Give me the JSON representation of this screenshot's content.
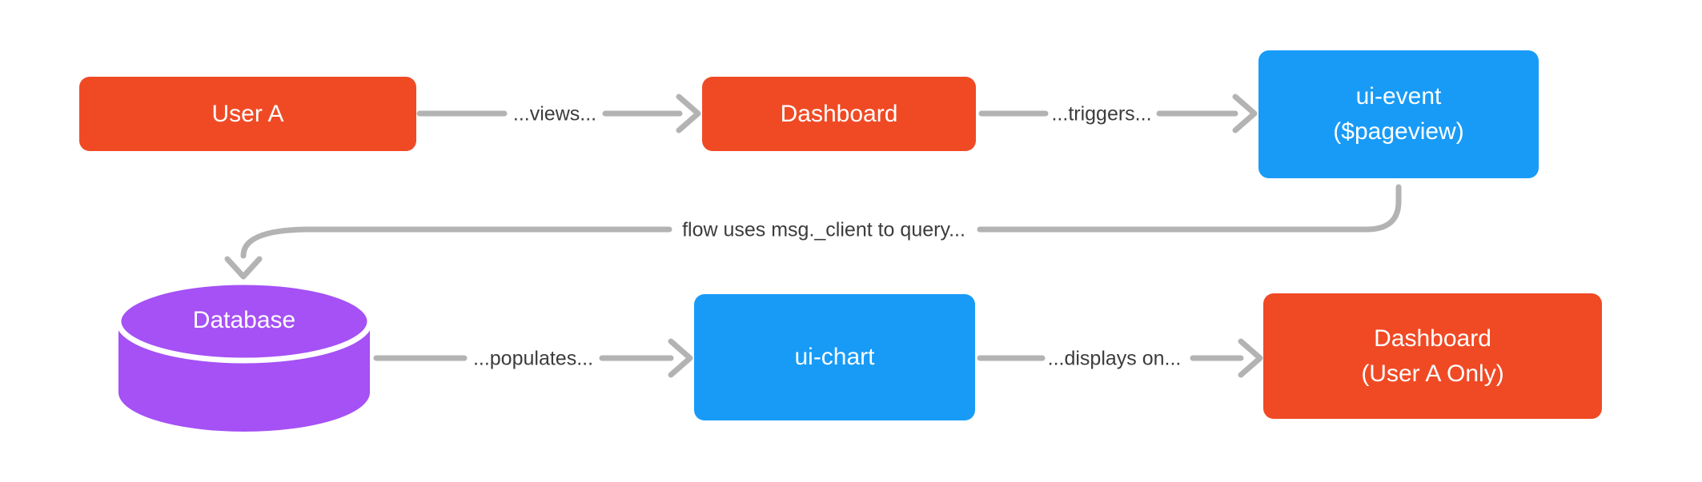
{
  "diagram": {
    "type": "flowchart",
    "colors": {
      "node_red": "#F04A25",
      "node_blue": "#189BF7",
      "database_purple": "#A551F5",
      "connector_gray": "#B3B3B3",
      "edge_label_text": "#3C3C3C",
      "node_text": "#FFFFFF",
      "background": "#FFFFFF"
    },
    "nodes": {
      "user_a": {
        "label": "User A",
        "shape": "rect",
        "color": "red"
      },
      "dashboard": {
        "label": "Dashboard",
        "shape": "rect",
        "color": "red"
      },
      "ui_event": {
        "label_line1": "ui-event",
        "label_line2": "($pageview)",
        "shape": "rect",
        "color": "blue"
      },
      "database": {
        "label": "Database",
        "shape": "cylinder",
        "color": "purple"
      },
      "ui_chart": {
        "label": "ui-chart",
        "shape": "rect",
        "color": "blue"
      },
      "dashboard_user_a": {
        "label_line1": "Dashboard",
        "label_line2": "(User A Only)",
        "shape": "rect",
        "color": "red"
      }
    },
    "edges": {
      "views": {
        "label": "...views...",
        "from": "user_a",
        "to": "dashboard"
      },
      "triggers": {
        "label": "...triggers...",
        "from": "dashboard",
        "to": "ui_event"
      },
      "query": {
        "label": "flow uses msg._client to query...",
        "from": "ui_event",
        "to": "database"
      },
      "populates": {
        "label": "...populates...",
        "from": "database",
        "to": "ui_chart"
      },
      "displays_on": {
        "label": "...displays on...",
        "from": "ui_chart",
        "to": "dashboard_user_a"
      }
    }
  }
}
